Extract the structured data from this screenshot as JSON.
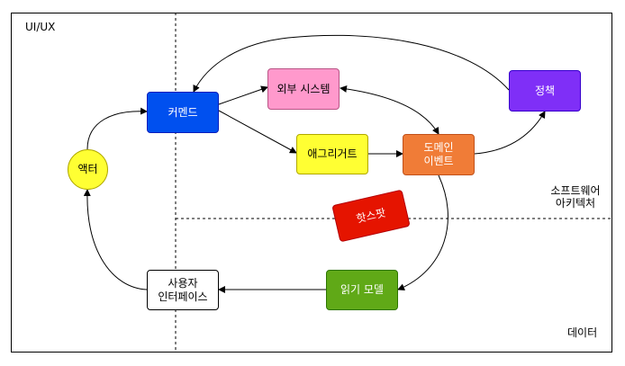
{
  "zones": {
    "uiux": "UI/UX",
    "software_architecture": "소프트웨어\n아키텍처",
    "data": "데이터"
  },
  "nodes": {
    "command": "커멘드",
    "external_system": "외부 시스템",
    "policy": "정책",
    "aggregate": "애그리거트",
    "domain_event": "도메인\n이벤트",
    "hotspot": "핫스팟",
    "read_model": "읽기 모델",
    "user_interface": "사용자\n인터페이스",
    "actor": "액터"
  },
  "colors": {
    "command": "#0050EF",
    "external_system": "#FF99CC",
    "policy": "#7F2FF7",
    "aggregate": "#FFFF33",
    "domain_event": "#F07C37",
    "hotspot": "#E51400",
    "read_model": "#60A917",
    "user_interface": "#FFFFFF",
    "actor": "#FFFF33"
  }
}
